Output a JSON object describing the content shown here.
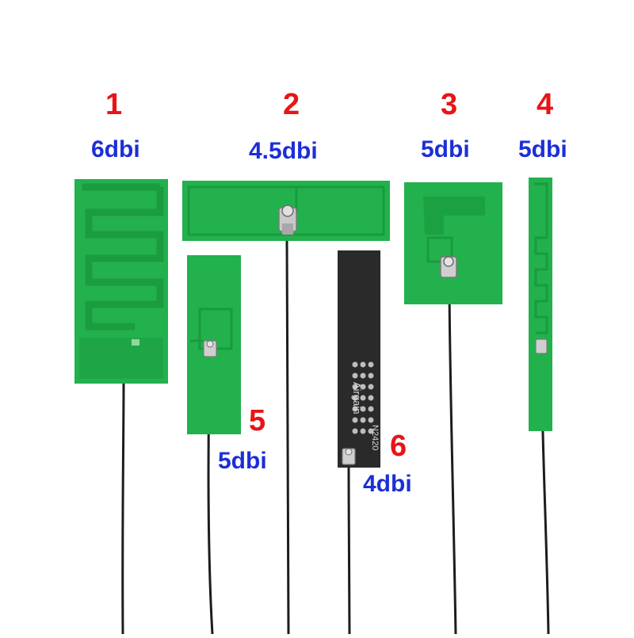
{
  "colors": {
    "pcb_green": "#22b14c",
    "pcb_green_dark": "#1a9a3e",
    "pcb_black": "#2a2a2a",
    "cable": "#1d1d1d",
    "number_red": "#e81416",
    "gain_blue": "#1c2fd6"
  },
  "antennas": [
    {
      "number": "1",
      "gain": "6dbi"
    },
    {
      "number": "2",
      "gain": "4.5dbi"
    },
    {
      "number": "3",
      "gain": "5dbi"
    },
    {
      "number": "4",
      "gain": "5dbi"
    },
    {
      "number": "5",
      "gain": "5dbi"
    },
    {
      "number": "6",
      "gain": "4dbi",
      "brand": "Airgain",
      "model": "N2420"
    }
  ]
}
